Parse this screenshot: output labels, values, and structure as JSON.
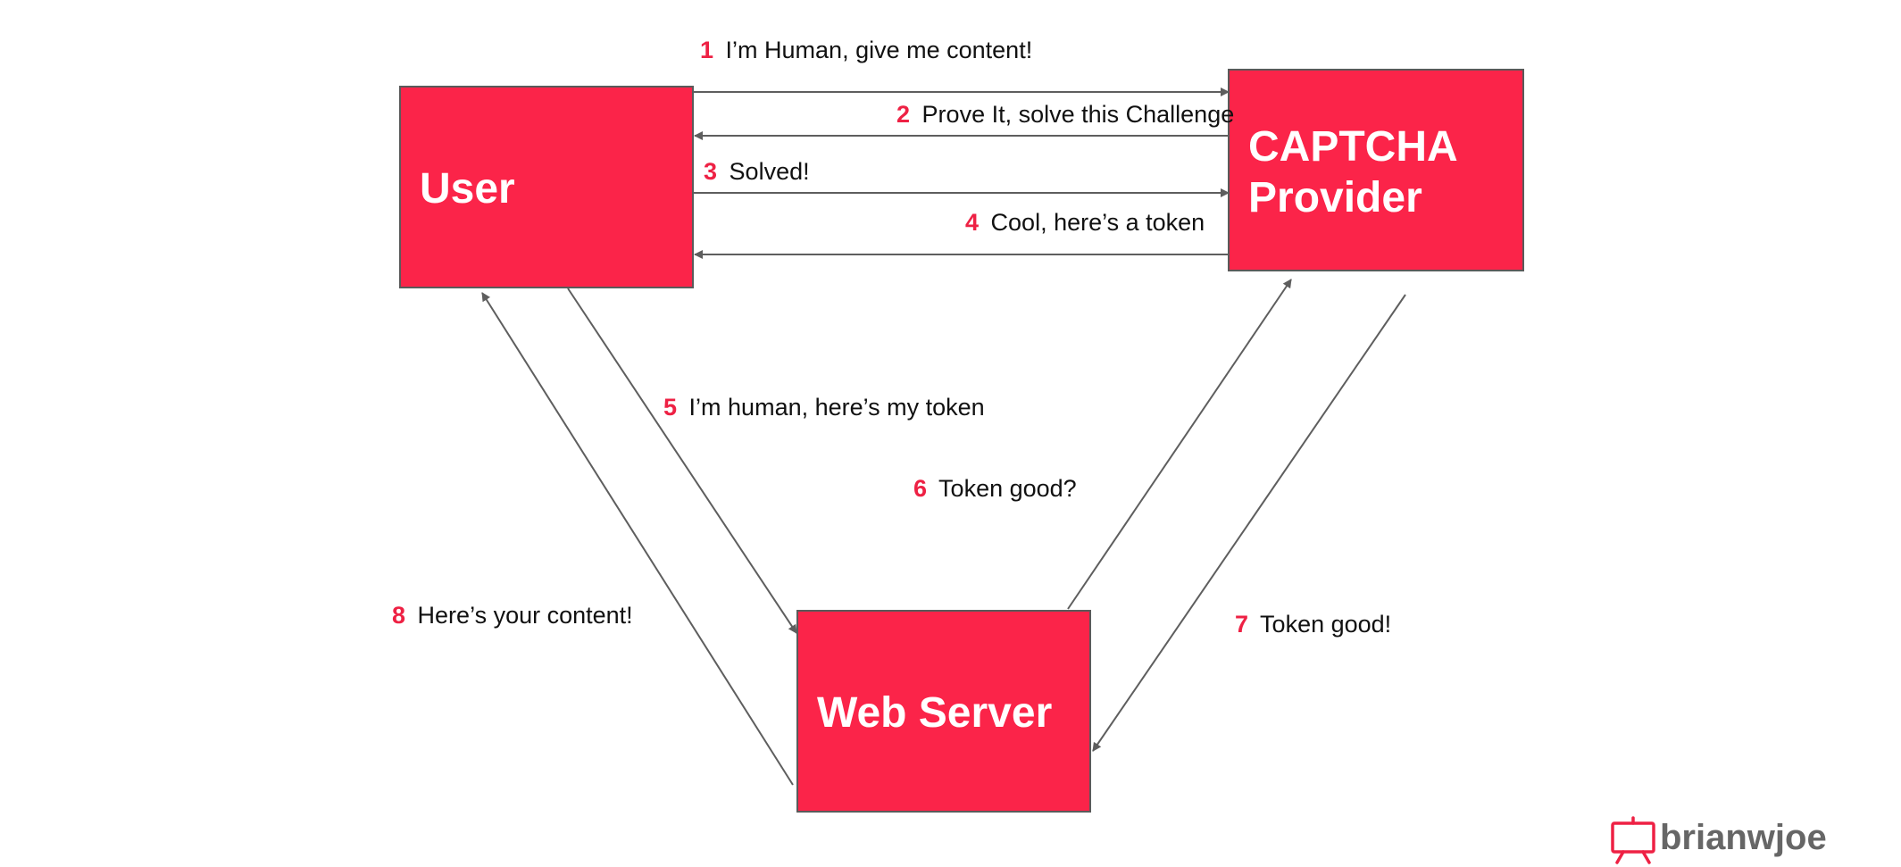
{
  "colors": {
    "node_fill": "#fb2449",
    "node_border": "#5a5a5a",
    "arrow": "#5e5e5e",
    "step_number": "#ee2144",
    "step_text": "#111111",
    "logo": "#666666",
    "logo_icon": "#ee2144"
  },
  "nodes": {
    "user": {
      "label": "User"
    },
    "captcha": {
      "line1": "CAPTCHA",
      "line2": "Provider"
    },
    "webserver": {
      "label": "Web Server"
    }
  },
  "steps": [
    {
      "num": "1",
      "text": "I’m Human, give me content!",
      "from": "User",
      "to": "CAPTCHA Provider"
    },
    {
      "num": "2",
      "text": "Prove It, solve this Challenge",
      "from": "CAPTCHA Provider",
      "to": "User"
    },
    {
      "num": "3",
      "text": "Solved!",
      "from": "User",
      "to": "CAPTCHA Provider"
    },
    {
      "num": "4",
      "text": "Cool, here’s a token",
      "from": "CAPTCHA Provider",
      "to": "User"
    },
    {
      "num": "5",
      "text": "I’m human, here’s my token",
      "from": "User",
      "to": "Web Server"
    },
    {
      "num": "6",
      "text": "Token good?",
      "from": "Web Server",
      "to": "CAPTCHA Provider"
    },
    {
      "num": "7",
      "text": "Token good!",
      "from": "CAPTCHA Provider",
      "to": "Web Server"
    },
    {
      "num": "8",
      "text": "Here’s your content!",
      "from": "Web Server",
      "to": "User"
    }
  ],
  "logo": {
    "text": "brianwjoe",
    "icon": "presentation-board-icon"
  }
}
